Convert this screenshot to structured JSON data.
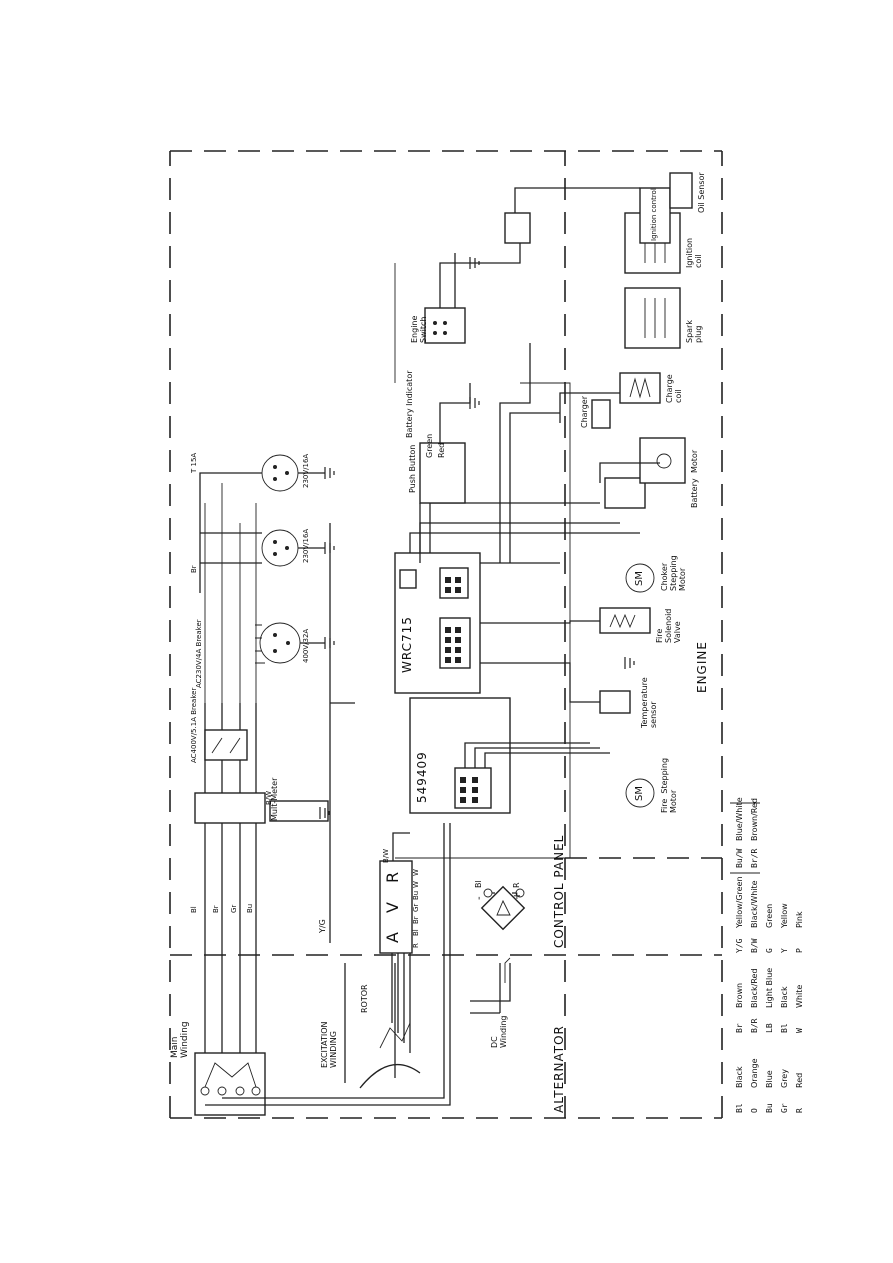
{
  "sections": {
    "alternator": "ALTERNATOR",
    "control_panel": "CONTROL PANEL",
    "engine": "ENGINE"
  },
  "alternator": {
    "main_winding": "Main\nWinding",
    "excitation_winding": "EXCITATION\nWINDING",
    "rotor": "ROTOR",
    "dc_winding": "DC\nWinding",
    "wire_labels": [
      "Bl",
      "Br",
      "Gr",
      "Bu"
    ]
  },
  "panel": {
    "avr": {
      "letters": [
        "A",
        "V",
        "R"
      ],
      "wires": [
        "R",
        "Bl",
        "Br",
        "Gr",
        "Bu",
        "W",
        "W"
      ],
      "top": "B/W"
    },
    "meter": "Mult-Meter",
    "breaker1": "AC400V/5.1A Breaker",
    "breaker2": "AC230V/4A Breaker",
    "sockets": [
      "400V/32A",
      "230V/16A",
      "230V/16A"
    ],
    "yg": "Y/G",
    "bw": "B/W",
    "br": "Br",
    "ts": "T 15A",
    "dc_terms": [
      "Bl",
      "R"
    ],
    "dc_signs": [
      "-",
      "+"
    ]
  },
  "modules": {
    "wrc": "WRC715",
    "stepper_module": "549409"
  },
  "controls": {
    "battery_indicator": "Battery Indicator",
    "push_button": "Push Button",
    "push_colors": [
      "Green",
      "Red"
    ],
    "engine_switch": "Engine\nSwitch"
  },
  "engine": {
    "fire_motor": "Fire  Stepping\nMotor",
    "temp_sensor": "Temperature\nsensor",
    "fuel_valve": "Fire\nSolenoid\nValve",
    "choke_motor": "Choker\nStepping\nMotor",
    "battery": "Battery",
    "motor": "Motor",
    "charger": "Charger",
    "charge_coil": "Charge\ncoil",
    "spark_plug": "Spark\nplug",
    "ignition_coil": "Ignition\ncoil",
    "ignition_control": "Ignition control",
    "oil_sensor": "Oil Sensor",
    "sm": "SM"
  },
  "legend": {
    "col1": [
      [
        "Bl",
        "Black"
      ],
      [
        "O",
        "Orange"
      ],
      [
        "Bu",
        "Blue"
      ],
      [
        "Gr",
        "Grey"
      ],
      [
        "R",
        "Red"
      ]
    ],
    "col2": [
      [
        "Br",
        "Brown"
      ],
      [
        "B/R",
        "Black/Red"
      ],
      [
        "LB",
        "Light Blue"
      ],
      [
        "Bl",
        "Black"
      ],
      [
        "W",
        "White"
      ]
    ],
    "col3": [
      [
        "Y/G",
        "Yellow/Green"
      ],
      [
        "B/W",
        "Black/White"
      ],
      [
        "G",
        "Green"
      ],
      [
        "Y",
        "Yellow"
      ],
      [
        "P",
        "Pink"
      ]
    ],
    "col4": [
      [
        "Bu/W",
        "Blue/White"
      ],
      [
        "Br/R",
        "Brown/Red"
      ]
    ]
  }
}
